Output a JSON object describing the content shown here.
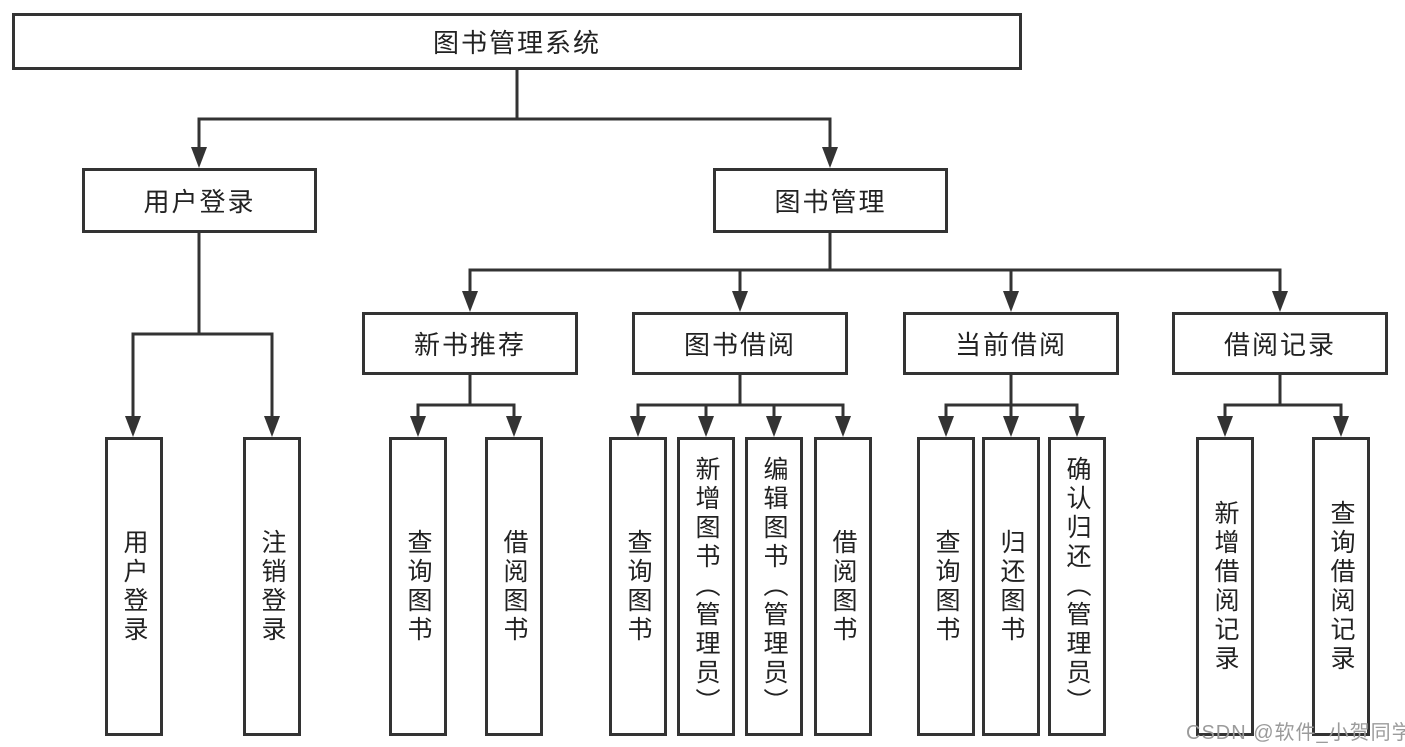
{
  "root": {
    "label": "图书管理系统"
  },
  "level2": {
    "user_login": {
      "label": "用户登录"
    },
    "book_management": {
      "label": "图书管理"
    }
  },
  "level3": {
    "new_book_recommend": {
      "label": "新书推荐"
    },
    "book_borrow": {
      "label": "图书借阅"
    },
    "current_borrow": {
      "label": "当前借阅"
    },
    "borrow_record": {
      "label": "借阅记录"
    }
  },
  "leaves": {
    "user_login": [
      {
        "label": "用户登录"
      },
      {
        "label": "注销登录"
      }
    ],
    "new_book_recommend": [
      {
        "label": "查询图书"
      },
      {
        "label": "借阅图书"
      }
    ],
    "book_borrow": [
      {
        "label": "查询图书"
      },
      {
        "label": "新增图书（管理员）"
      },
      {
        "label": "编辑图书（管理员）"
      },
      {
        "label": "借阅图书"
      }
    ],
    "current_borrow": [
      {
        "label": "查询图书"
      },
      {
        "label": "归还图书"
      },
      {
        "label": "确认归还（管理员）"
      }
    ],
    "borrow_record": [
      {
        "label": "新增借阅记录"
      },
      {
        "label": "查询借阅记录"
      }
    ]
  },
  "watermark": {
    "text": "CSDN @软件_小贺同学"
  },
  "colors": {
    "line": "#333333",
    "text": "#222222",
    "watermark": "#9b9b9b",
    "background": "#ffffff"
  }
}
